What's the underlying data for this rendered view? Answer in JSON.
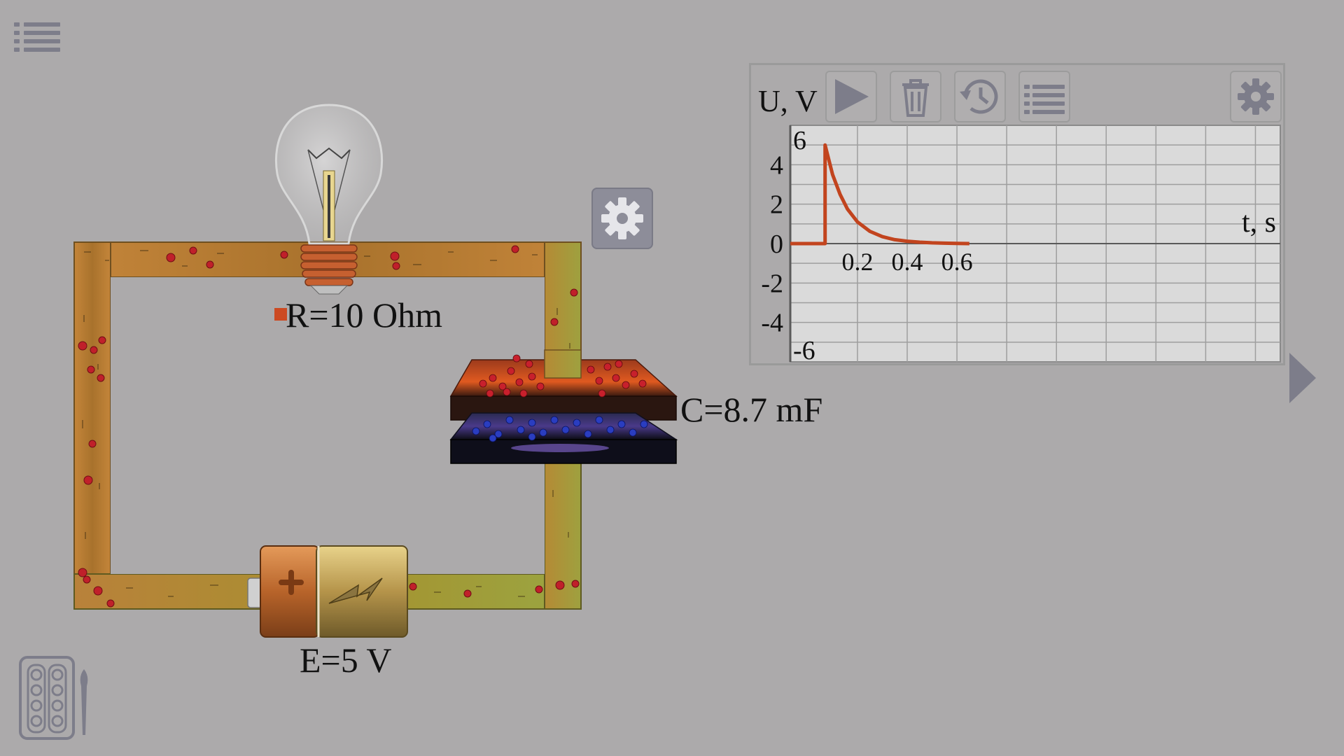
{
  "circuit": {
    "resistor_label": "R=10 Ohm",
    "capacitor_label": "C=8.7 mF",
    "battery_label": "E=5 V",
    "colors": {
      "accent": "#cc4a22",
      "wire_left": "#b6792f",
      "wire_right": "#9ea040",
      "positive_charge": "#c0202a",
      "negative_charge": "#2a3dc0",
      "capacitor_top": "#c2461c",
      "capacitor_bottom": "#1a1a3a",
      "button_gray": "#8d8d99"
    },
    "icons": {
      "menu": "list-icon",
      "settings": "gear-icon",
      "palette": "palette-icon",
      "next": "chevron-right-icon"
    }
  },
  "graph_panel": {
    "y_axis_label": "U, V",
    "x_axis_label": "t, s",
    "toolbar": [
      "play-icon",
      "trash-icon",
      "history-icon",
      "list-icon",
      "gear-icon"
    ]
  },
  "chart_data": {
    "type": "line",
    "xlabel": "t, s",
    "ylabel": "U, V",
    "xlim": [
      -0.07,
      1.9
    ],
    "ylim": [
      -6,
      6
    ],
    "x_ticks": [
      0.2,
      0.4,
      0.6
    ],
    "y_ticks": [
      6,
      4,
      2,
      0,
      -2,
      -4,
      -6
    ],
    "x_tick_labels": [
      "0.2",
      "0.4",
      "0.6"
    ],
    "y_tick_labels": [
      "6",
      "4",
      "2",
      "0",
      "-2",
      "-4",
      "-6"
    ],
    "grid": true,
    "series": [
      {
        "color": "#c2441e",
        "x": [
          -0.07,
          0.07,
          0.07,
          0.1,
          0.13,
          0.16,
          0.2,
          0.25,
          0.3,
          0.35,
          0.4,
          0.45,
          0.5,
          0.55,
          0.6,
          0.65
        ],
        "y": [
          0,
          0,
          5,
          3.5,
          2.5,
          1.75,
          1.1,
          0.62,
          0.35,
          0.2,
          0.12,
          0.07,
          0.04,
          0.02,
          0.01,
          0
        ]
      }
    ]
  }
}
